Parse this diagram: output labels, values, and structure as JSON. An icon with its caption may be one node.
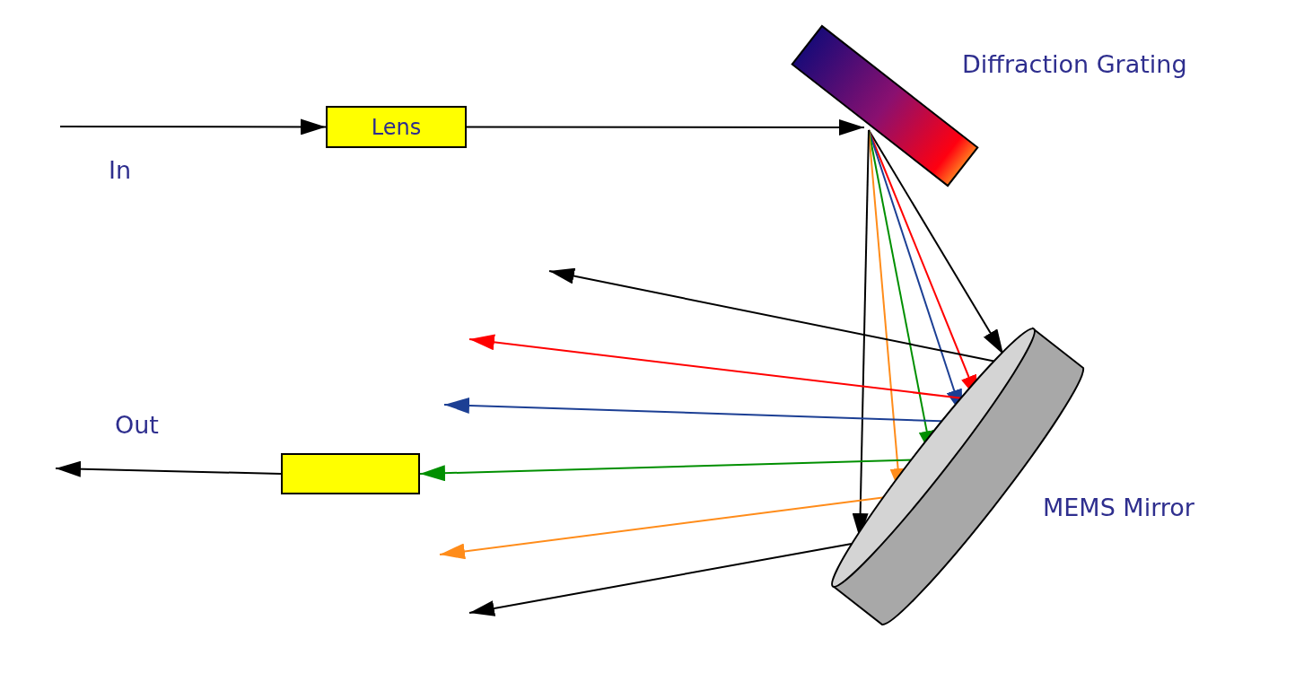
{
  "diagram": {
    "nodes": [
      {
        "text": [
          "Lens"
        ]
      },
      {
        "text": [
          "Diffraction Grating"
        ]
      },
      {
        "text": [
          "MEMS Mirror"
        ]
      },
      {
        "text": [],
        "shape": "box"
      }
    ],
    "edges": [
      {
        "from": null,
        "to": 0,
        "arrow": "to"
      },
      {
        "from": 0,
        "to": 1,
        "arrow": "to"
      },
      {
        "from": 1,
        "to": 2,
        "arrow": "to"
      },
      {
        "from": 1,
        "to": 2,
        "arrow": "to",
        "color": "#ff0000"
      },
      {
        "from": 1,
        "to": 2,
        "arrow": "to",
        "color": "#1c3f94"
      },
      {
        "from": 1,
        "to": 2,
        "arrow": "to",
        "color": "#008f00"
      },
      {
        "from": 1,
        "to": 2,
        "arrow": "to",
        "color": "#ff8c1a"
      },
      {
        "from": 1,
        "to": 2,
        "arrow": "to"
      },
      {
        "from": 2,
        "to": null,
        "arrow": "to"
      },
      {
        "from": 2,
        "to": null,
        "arrow": "to",
        "color": "#ff0000"
      },
      {
        "from": 2,
        "to": null,
        "arrow": "to",
        "color": "#1c3f94"
      },
      {
        "from": 2,
        "to": 3,
        "arrow": "to",
        "color": "#008f00"
      },
      {
        "from": 2,
        "to": null,
        "arrow": "to",
        "color": "#ff8c1a"
      },
      {
        "from": 2,
        "to": null,
        "arrow": "to"
      },
      {
        "from": 3,
        "to": null,
        "arrow": "to"
      }
    ],
    "labels": [
      "In",
      "Out"
    ]
  }
}
